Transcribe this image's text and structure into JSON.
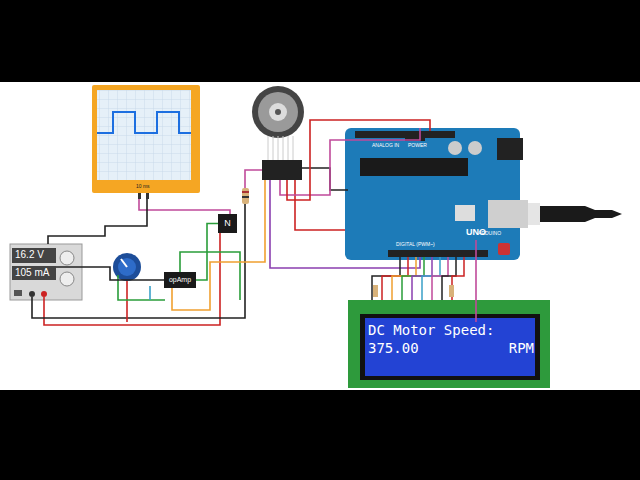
{
  "diagram": {
    "nodes": [
      {
        "text": [
          "16.2 V",
          "105 mA"
        ]
      },
      {
        "text": [
          "N"
        ]
      },
      {
        "text": [
          "opAmp"
        ]
      },
      {
        "text": [
          "UNO"
        ]
      },
      {
        "text": [
          "DC Motor Speed:",
          "375.00",
          "RPM"
        ]
      }
    ],
    "edges": [
      {
        "from": 0,
        "to": 2,
        "arrow": "none"
      },
      {
        "from": 2,
        "to": 1,
        "arrow": "none"
      },
      {
        "from": 3,
        "to": 4,
        "arrow": "none"
      }
    ],
    "labels": [
      "ARDUINO",
      "POWER",
      "ANALOG IN",
      "DIGITAL (PWM~)",
      "10 ms"
    ]
  }
}
